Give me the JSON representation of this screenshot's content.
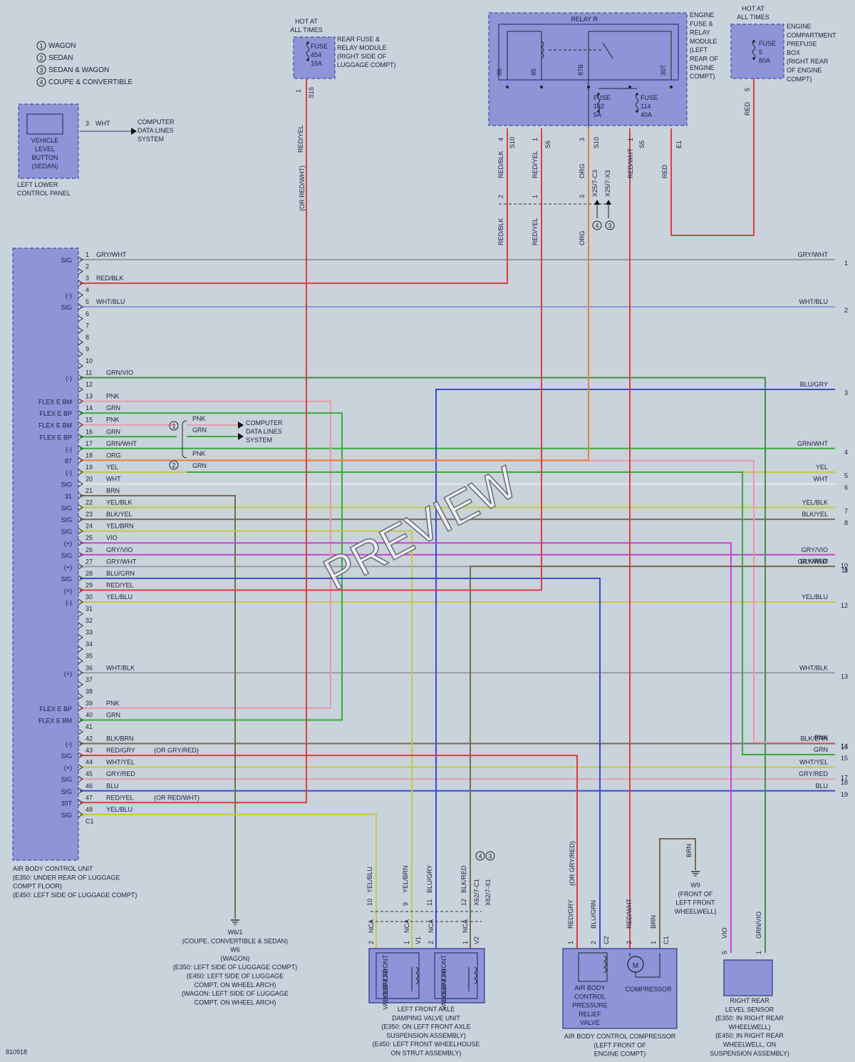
{
  "legend": [
    "WAGON",
    "SEDAN",
    "SEDAN & WAGON",
    "COUPE & CONVERTIBLE"
  ],
  "legend_nums": [
    "1",
    "2",
    "3",
    "4"
  ],
  "vlb": {
    "lines": [
      "VEHICLE",
      "LEVEL",
      "BUTTON",
      "(SEDAN)"
    ],
    "pin": "3",
    "wire": "WHT",
    "panel": [
      "LEFT LOWER",
      "CONTROL PANEL"
    ],
    "cdl": [
      "COMPUTER",
      "DATA LINES",
      "SYSTEM"
    ]
  },
  "rear_fuse": {
    "hot": [
      "HOT AT",
      "ALL TIMES"
    ],
    "fuse": [
      "FUSE",
      "454",
      "15A"
    ],
    "module": [
      "REAR FUSE &",
      "RELAY MODULE",
      "(RIGHT SIDE OF",
      "LUGGAGE COMPT)"
    ],
    "pin": "1",
    "cavity": "S15",
    "wire": "RED/YEL",
    "alt": "(OR RED/WHT)"
  },
  "relay": {
    "title": "RELAY R",
    "pins": [
      "86",
      "85",
      "87B",
      "30T"
    ],
    "fuse132": [
      "FUSE",
      "132",
      "5A"
    ],
    "fuse114": [
      "FUSE",
      "114",
      "40A"
    ],
    "module": [
      "ENGINE",
      "FUSE &",
      "RELAY",
      "MODULE",
      "(LEFT",
      "REAR OF",
      "ENGINE",
      "COMPT)"
    ],
    "out_pins": [
      "4",
      "1",
      "3",
      "1"
    ],
    "cavities": [
      "S10",
      "S6",
      "S10",
      "S5",
      "E1"
    ],
    "wires": [
      "RED/BLK",
      "RED/YEL",
      "ORG",
      "RED/WHT",
      "RED"
    ],
    "x_pins": [
      "2",
      "1",
      "3"
    ],
    "x_labels": [
      "X25/7-C3",
      "X25/7-X3"
    ],
    "circ": [
      "4",
      "3"
    ]
  },
  "prefuse": {
    "hot": [
      "HOT AT",
      "ALL TIMES"
    ],
    "fuse": [
      "FUSE",
      "5",
      "80A"
    ],
    "box": [
      "ENGINE",
      "COMPARTMENT",
      "PREFUSE",
      "BOX",
      "(RIGHT REAR",
      "OF ENGINE",
      "COMPT)"
    ],
    "pin": "5",
    "wire": "RED"
  },
  "abcu": {
    "sigs": [
      "SIG",
      "(-)",
      "SIG",
      "(-)",
      "FLEX E BM",
      "FLEX E BP",
      "FLEX E BM",
      "FLEX E BP",
      "(-)",
      "87",
      "(-)",
      "SIG",
      "31",
      "SIG",
      "SIG",
      "SIG",
      "(+)",
      "SIG",
      "(+)",
      "SIG",
      "(+)",
      "(-)",
      "(+)",
      "FLEX E BP",
      "FLEX E BM",
      "(-)",
      "SIG",
      "(+)",
      "SIG",
      "SIG",
      "30T",
      "SIG"
    ],
    "pins": [
      {
        "n": "1",
        "w": "GRY/WHT"
      },
      {
        "n": "2",
        "w": ""
      },
      {
        "n": "3",
        "w": "RED/BLK"
      },
      {
        "n": "4",
        "w": ""
      },
      {
        "n": "5",
        "w": "WHT/BLU"
      },
      {
        "n": "6",
        "w": ""
      },
      {
        "n": "7",
        "w": ""
      },
      {
        "n": "8",
        "w": ""
      },
      {
        "n": "9",
        "w": ""
      },
      {
        "n": "10",
        "w": ""
      },
      {
        "n": "11",
        "w": "GRN/VIO"
      },
      {
        "n": "12",
        "w": ""
      },
      {
        "n": "13",
        "w": "PNK"
      },
      {
        "n": "14",
        "w": "GRN"
      },
      {
        "n": "15",
        "w": "PNK"
      },
      {
        "n": "16",
        "w": "GRN"
      },
      {
        "n": "17",
        "w": "GRN/WHT"
      },
      {
        "n": "18",
        "w": "ORG"
      },
      {
        "n": "19",
        "w": "YEL"
      },
      {
        "n": "20",
        "w": "WHT"
      },
      {
        "n": "21",
        "w": "BRN"
      },
      {
        "n": "22",
        "w": "YEL/BLK"
      },
      {
        "n": "23",
        "w": "BLK/YEL"
      },
      {
        "n": "24",
        "w": "YEL/BRN"
      },
      {
        "n": "25",
        "w": "VIO"
      },
      {
        "n": "26",
        "w": "GRY/VIO"
      },
      {
        "n": "27",
        "w": "GRY/WHT"
      },
      {
        "n": "28",
        "w": "BLU/GRN"
      },
      {
        "n": "29",
        "w": "RED/YEL"
      },
      {
        "n": "30",
        "w": "YEL/BLU"
      },
      {
        "n": "31",
        "w": ""
      },
      {
        "n": "32",
        "w": ""
      },
      {
        "n": "33",
        "w": ""
      },
      {
        "n": "34",
        "w": ""
      },
      {
        "n": "35",
        "w": ""
      },
      {
        "n": "36",
        "w": "WHT/BLK"
      },
      {
        "n": "37",
        "w": ""
      },
      {
        "n": "38",
        "w": ""
      },
      {
        "n": "39",
        "w": "PNK"
      },
      {
        "n": "40",
        "w": "GRN"
      },
      {
        "n": "41",
        "w": ""
      },
      {
        "n": "42",
        "w": "BLK/BRN"
      },
      {
        "n": "43",
        "w": "RED/GRY"
      },
      {
        "n": "44",
        "w": "WHT/YEL"
      },
      {
        "n": "45",
        "w": "GRY/RED"
      },
      {
        "n": "46",
        "w": "BLU"
      },
      {
        "n": "47",
        "w": "RED/YEL"
      },
      {
        "n": "48",
        "w": "YEL/BLU"
      }
    ],
    "c1": "C1",
    "alt43": "(OR GRY/RED)",
    "alt47": "(OR RED/WHT)",
    "label": [
      "AIR BODY CONTROL UNIT",
      "(E350: UNDER REAR OF LUGGAGE",
      "COMPT FLOOR)",
      "(E450: LEFT SIDE OF LUGGAGE COMPT)"
    ]
  },
  "cdl2": {
    "circ1": "1",
    "circ2": "2",
    "w": [
      "PNK",
      "GRN",
      "PNK",
      "GRN"
    ],
    "lines": [
      "COMPUTER",
      "DATA LINES",
      "SYSTEM"
    ]
  },
  "right": [
    {
      "n": "1",
      "w": "GRY/WHT"
    },
    {
      "n": "2",
      "w": "WHT/BLU"
    },
    {
      "n": "3",
      "w": "BLU/GRY"
    },
    {
      "n": "4",
      "w": "GRN/WHT"
    },
    {
      "n": "5",
      "w": "YEL"
    },
    {
      "n": "6",
      "w": "WHT"
    },
    {
      "n": "7",
      "w": "YEL/BLK"
    },
    {
      "n": "8",
      "w": "BLK/YEL"
    },
    {
      "n": "9",
      "w": "BLK/RED"
    },
    {
      "n": "10",
      "w": "GRY/VIO"
    },
    {
      "n": "11",
      "w": "GRY/WHT"
    },
    {
      "n": "12",
      "w": "YEL/BLU"
    },
    {
      "n": "13",
      "w": "WHT/BLK"
    },
    {
      "n": "14",
      "w": "PNK"
    },
    {
      "n": "15",
      "w": "GRN"
    },
    {
      "n": "16",
      "w": "BLK/BRN"
    },
    {
      "n": "17",
      "w": "WHT/YEL"
    },
    {
      "n": "18",
      "w": "GRY/RED"
    },
    {
      "n": "19",
      "w": "BLU"
    }
  ],
  "ground1": [
    "W6/1",
    "(COUPE, CONVERTIBLE & SEDAN)",
    "W6",
    "(WAGON)",
    "(E350: LEFT SIDE OF LUGGAGE COMPT)",
    "(E450: LEFT SIDE OF LUGGAGE",
    "COMPT, ON WHEEL ARCH)",
    "(WAGON: LEFT SIDE OF LUGGAGE",
    "COMPT, ON WHEEL ARCH)"
  ],
  "damping": {
    "wires": [
      "YEL/BLU",
      "YEL/BRN",
      "BLU/GRY",
      "BLK/RED"
    ],
    "pins_top": [
      "10",
      "9",
      "11",
      "12"
    ],
    "x_labels": [
      "X62/7-C1",
      "X62/7-X1"
    ],
    "circ": [
      "4",
      "3"
    ],
    "nca": [
      "NCA",
      "NCA",
      "NCA",
      "NCA"
    ],
    "pins_bot": [
      "2",
      "1",
      "2",
      "1"
    ],
    "cav": [
      "V1",
      "V2"
    ],
    "valve1": [
      "LEFT FRONT",
      "SOLENOID",
      "VALVE 1"
    ],
    "valve2": [
      "LEFT FRONT",
      "SOLENOID",
      "VALVE 2"
    ],
    "label": [
      "LEFT FRONT AXLE",
      "DAMPING VALVE UNIT",
      "(E350: ON LEFT FRONT AXLE",
      "SUSPENSION ASSEMBLY)",
      "(E450: LEFT FRONT WHEELHOUSE",
      "ON STRUT ASSEMBLY)"
    ]
  },
  "compressor": {
    "wires": [
      "RED/GRY",
      "BLU/GRN",
      "RED/WHT",
      "BRN"
    ],
    "alt": "(OR GRY/RED)",
    "pins": [
      "1",
      "2",
      "2",
      "1"
    ],
    "cav": [
      "C2",
      "C1"
    ],
    "valve": [
      "AIR BODY",
      "CONTROL",
      "PRESSURE",
      "RELIEF",
      "VALVE"
    ],
    "comp": "COMPRESSOR",
    "motor": "M",
    "label": [
      "AIR BODY CONTROL COMPRESSOR",
      "(LEFT FRONT OF",
      "ENGINE COMPT)"
    ]
  },
  "ground2": {
    "wire": "BRN",
    "lines": [
      "W9",
      "(FRONT OF",
      "LEFT FRONT",
      "WHEELWELL)"
    ]
  },
  "sensor": {
    "wires": [
      "VIO",
      "GRN/VIO"
    ],
    "pins": [
      "5",
      "1"
    ],
    "label": [
      "RIGHT REAR",
      "LEVEL SENSOR",
      "(E350: IN RIGHT REAR",
      "WHEELWELL)",
      "(E450: IN RIGHT REAR",
      "WHEELWELL, ON",
      "SUSPENSION ASSEMBLY)"
    ]
  },
  "watermark": "PREVIEW",
  "diagram_id": "810918",
  "colors": {
    "red": "#d94040",
    "orange": "#e8823a",
    "pink": "#e89aa8",
    "green": "#3aaa3a",
    "dkgreen": "#4a8a4a",
    "yellow": "#c8c83a",
    "brown": "#7a6a4a",
    "violet": "#d040d0",
    "blue": "#3a4ad0",
    "gray": "#9a9aa6",
    "ltblue": "#8c96d8",
    "box": "#8d94d8"
  }
}
